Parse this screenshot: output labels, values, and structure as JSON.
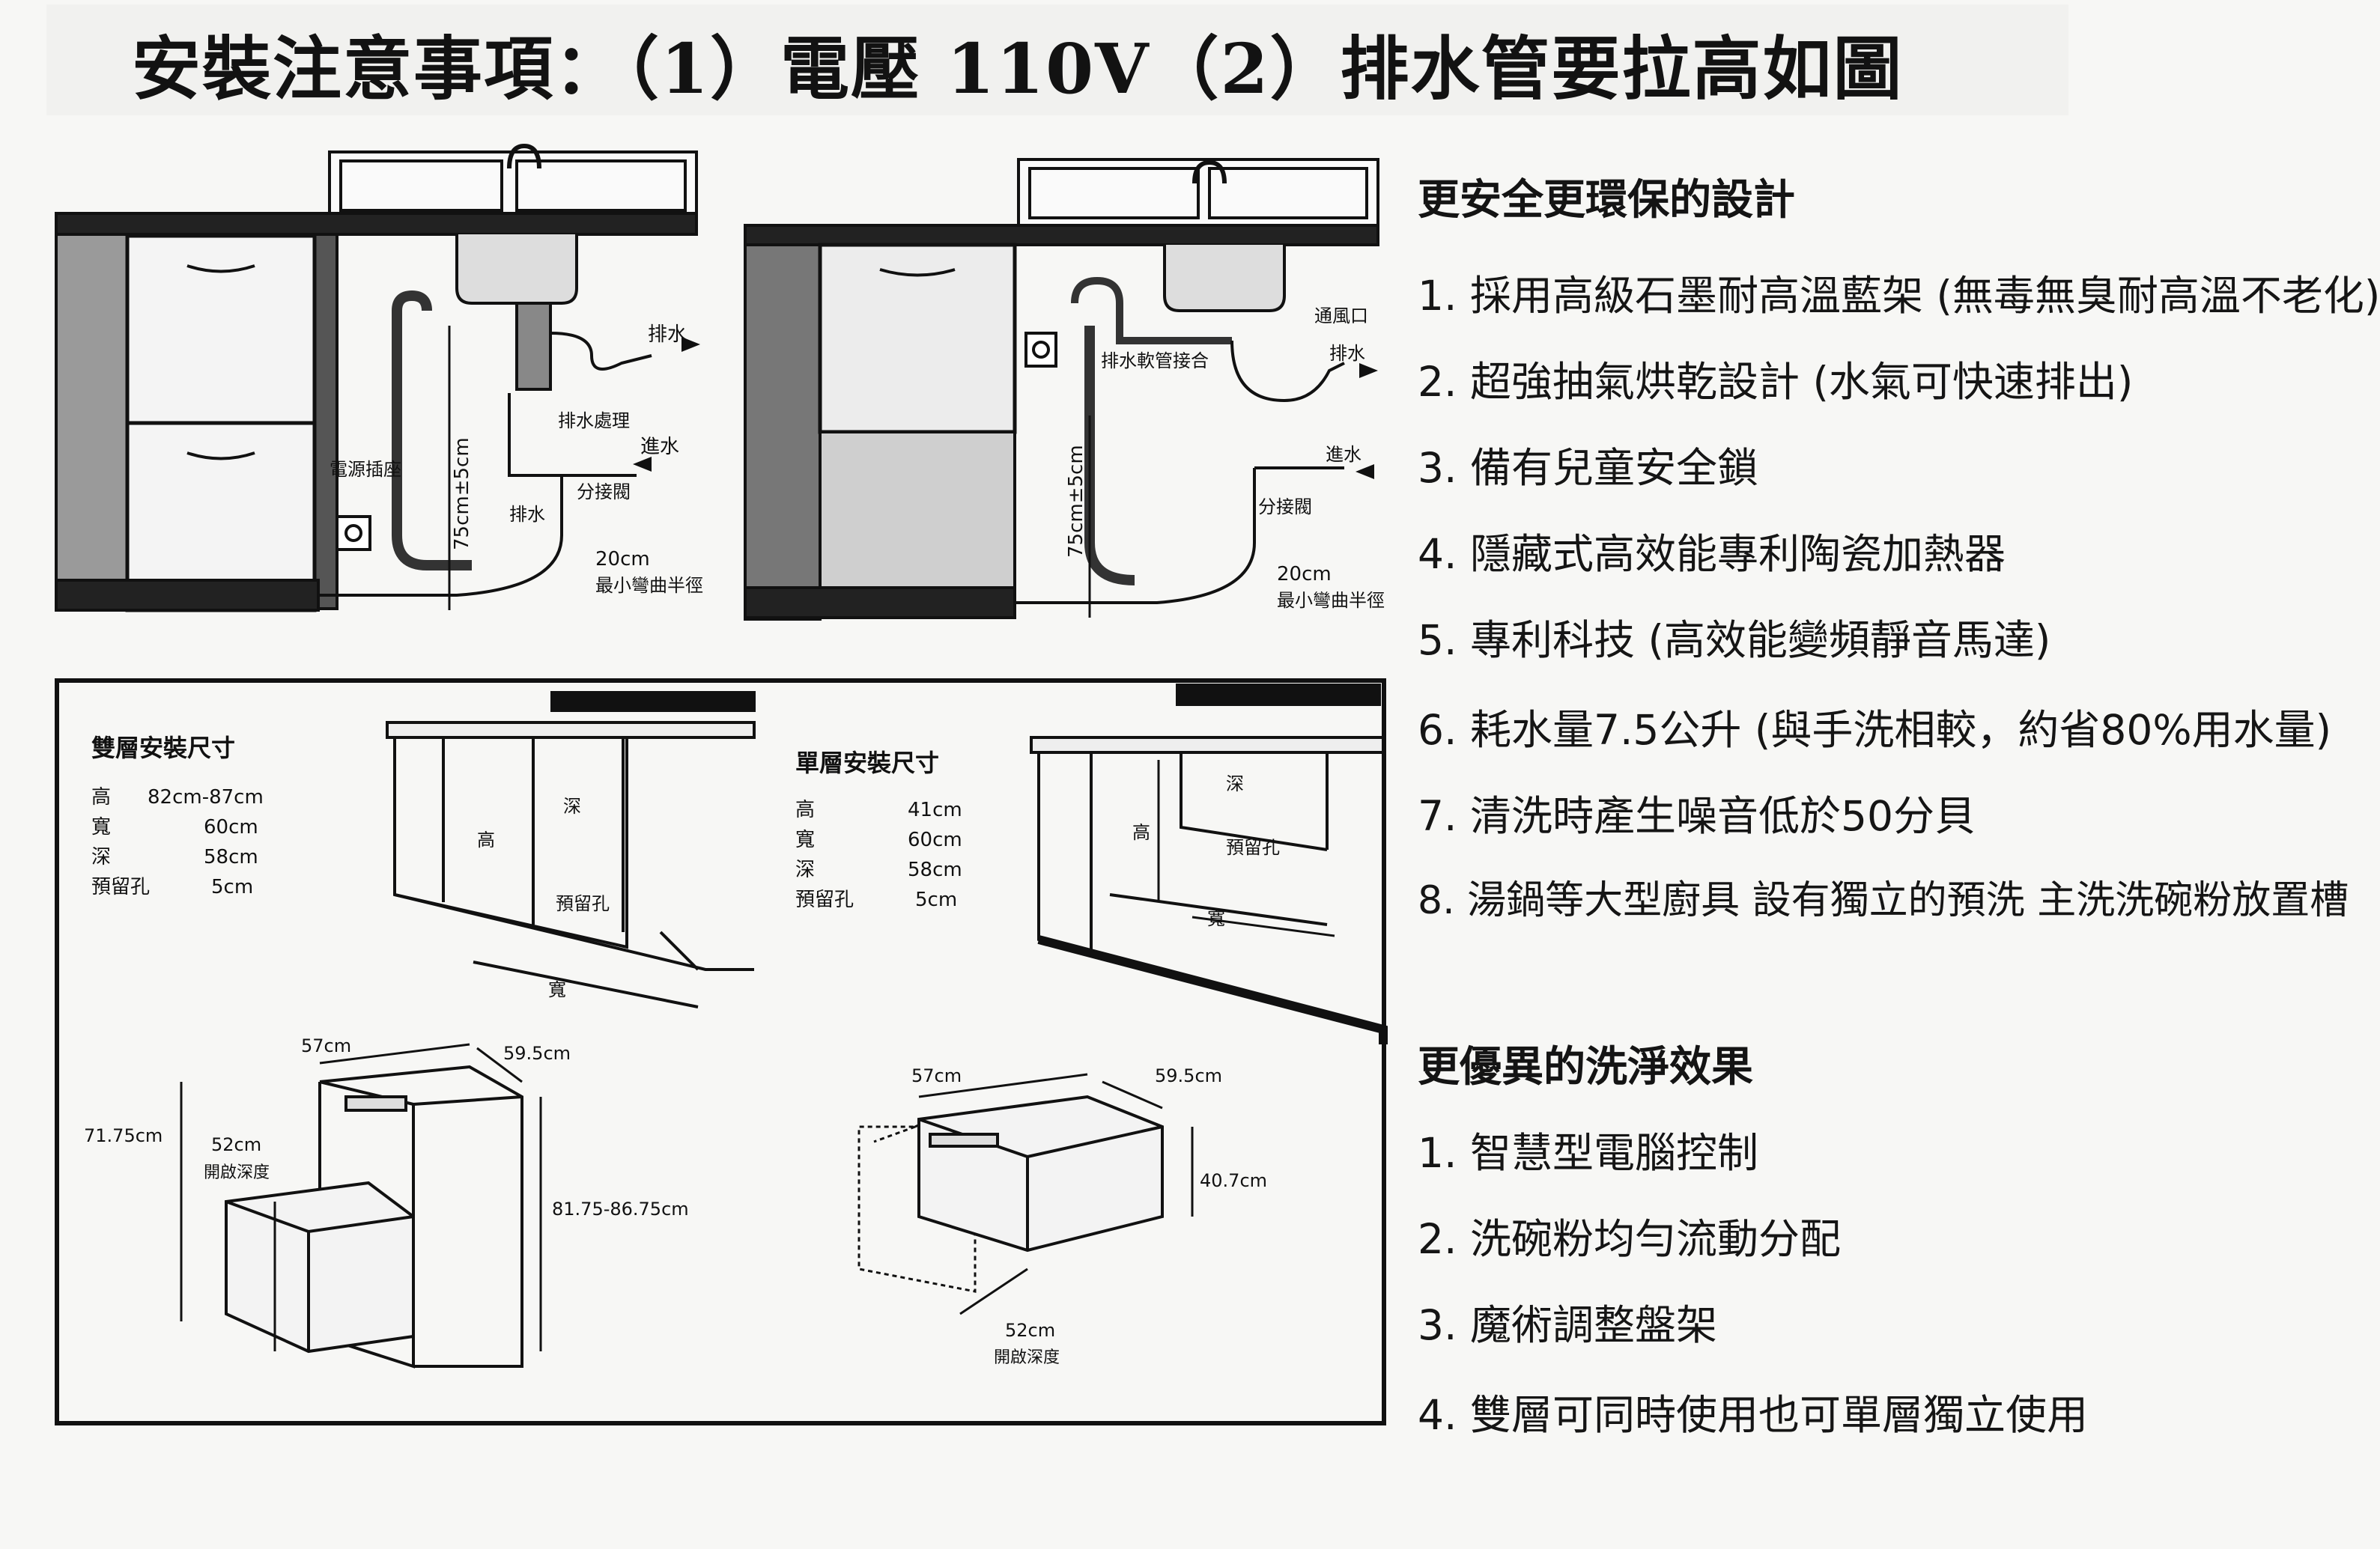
{
  "title": "安裝注意事項：（1）電壓 110V（2）排水管要拉高如圖",
  "left_diagram": {
    "labels": {
      "drain_out": "排水",
      "water_in": "進水",
      "drain_treatment": "排水處理",
      "power_socket": "電源插座",
      "height_mark": "75cm±5cm",
      "drain": "排水",
      "splitter_valve": "分接閥",
      "bend_radius_cm": "20cm",
      "bend_radius_text": "最小彎曲半徑"
    }
  },
  "right_diagram": {
    "labels": {
      "vent": "通風口",
      "drain_out": "排水",
      "drain_hose_joint": "排水軟管接合",
      "water_in": "進水",
      "height_mark": "75cm±5cm",
      "splitter_valve": "分接閥",
      "bend_radius_cm": "20cm",
      "bend_radius_text": "最小彎曲半徑"
    }
  },
  "double_install": {
    "title": "雙層安裝尺寸",
    "specs": [
      {
        "label": "高",
        "value": "82cm-87cm"
      },
      {
        "label": "寬",
        "value": "60cm"
      },
      {
        "label": "深",
        "value": "58cm"
      },
      {
        "label": "預留孔",
        "value": "5cm"
      }
    ],
    "cabinet_labels": {
      "depth": "深",
      "height": "高",
      "hole": "預留孔",
      "width": "寬"
    },
    "dims": {
      "depth": "57cm",
      "width": "59.5cm",
      "height_left": "71.75cm",
      "open_depth": "52cm",
      "open_depth_label": "開啟深度",
      "height_right": "81.75-86.75cm"
    }
  },
  "single_install": {
    "title": "單層安裝尺寸",
    "specs": [
      {
        "label": "高",
        "value": "41cm"
      },
      {
        "label": "寬",
        "value": "60cm"
      },
      {
        "label": "深",
        "value": "58cm"
      },
      {
        "label": "預留孔",
        "value": "5cm"
      }
    ],
    "cabinet_labels": {
      "depth": "深",
      "height": "高",
      "hole": "預留孔",
      "width": "寬"
    },
    "dims": {
      "depth": "57cm",
      "width": "59.5cm",
      "height": "40.7cm",
      "open_depth": "52cm",
      "open_depth_label": "開啟深度"
    }
  },
  "features": {
    "heading": "更安全更環保的設計",
    "items": [
      "1. 採用高級石墨耐高溫藍架 (無毒無臭耐高溫不老化)",
      "2. 超強抽氣烘乾設計 (水氣可快速排出)",
      "3. 備有兒童安全鎖",
      "4. 隱藏式高效能專利陶瓷加熱器",
      "5. 專利科技 (高效能變頻靜音馬達)",
      "6. 耗水量7.5公升 (與手洗相較，約省80%用水量)",
      "7. 清洗時產生噪音低於50分貝",
      "8. 湯鍋等大型廚具  設有獨立的預洗  主洗洗碗粉放置槽"
    ]
  },
  "cleaning": {
    "heading": "更優異的洗淨效果",
    "items": [
      "1. 智慧型電腦控制",
      "2. 洗碗粉均勻流動分配",
      "3. 魔術調整盤架",
      "4. 雙層可同時使用也可單層獨立使用"
    ]
  }
}
